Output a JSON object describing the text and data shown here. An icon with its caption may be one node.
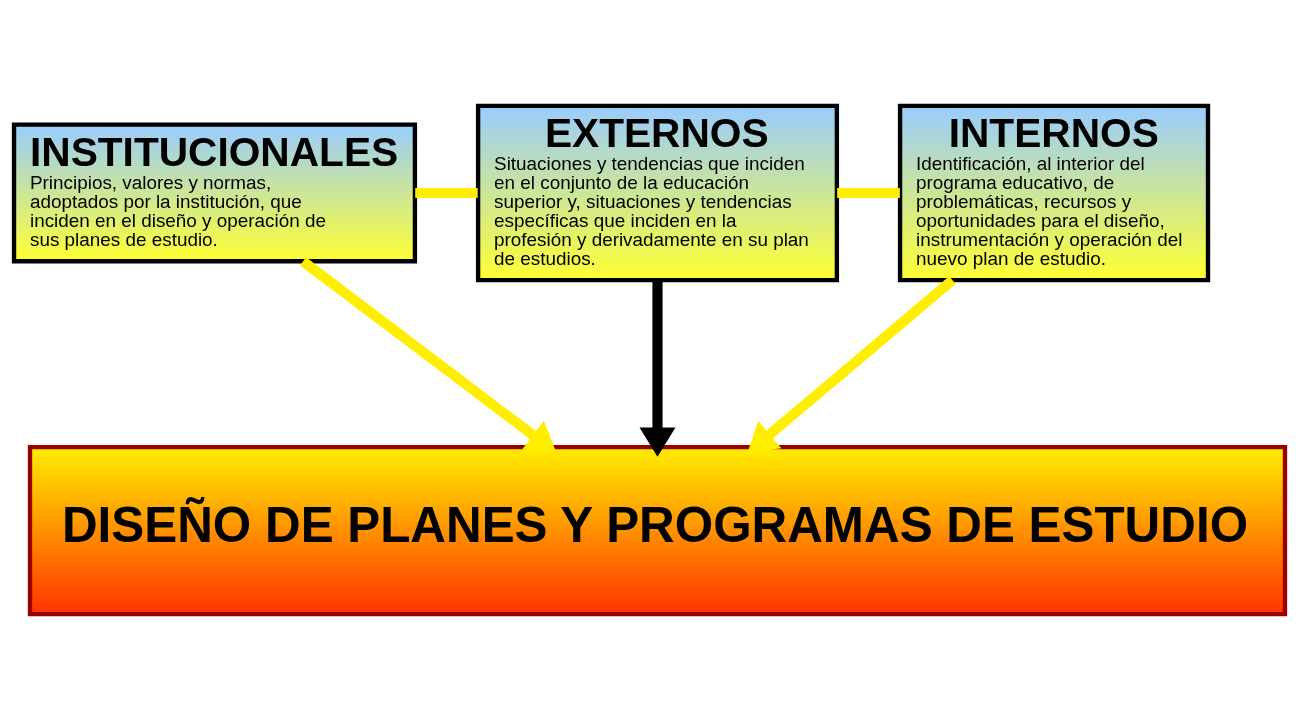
{
  "diagram": {
    "nodes": [
      {
        "text": [
          "INSTITUCIONALES",
          "Principios, valores y normas, adoptados por la institución, que inciden en el diseño y operación de sus planes de estudio."
        ]
      },
      {
        "text": [
          "EXTERNOS",
          "Situaciones y tendencias que inciden en el conjunto de la educación superior y, situaciones y tendencias específicas que inciden en la profesión y derivadamente en su plan de estudios."
        ]
      },
      {
        "text": [
          "INTERNOS",
          "Identificación, al interior del programa educativo, de problemáticas, recursos y oportunidades para el diseño, instrumentación y operación del nuevo plan de estudio."
        ]
      },
      {
        "text": [
          "DISEÑO DE PLANES Y PROGRAMAS DE ESTUDIO"
        ]
      }
    ],
    "edges": [
      {
        "from": 0,
        "to": 1,
        "arrow": "none"
      },
      {
        "from": 1,
        "to": 2,
        "arrow": "none"
      },
      {
        "from": 0,
        "to": 3,
        "arrow": "to"
      },
      {
        "from": 1,
        "to": 3,
        "arrow": "to",
        "color": "#000000"
      },
      {
        "from": 2,
        "to": 3,
        "arrow": "to"
      }
    ]
  }
}
